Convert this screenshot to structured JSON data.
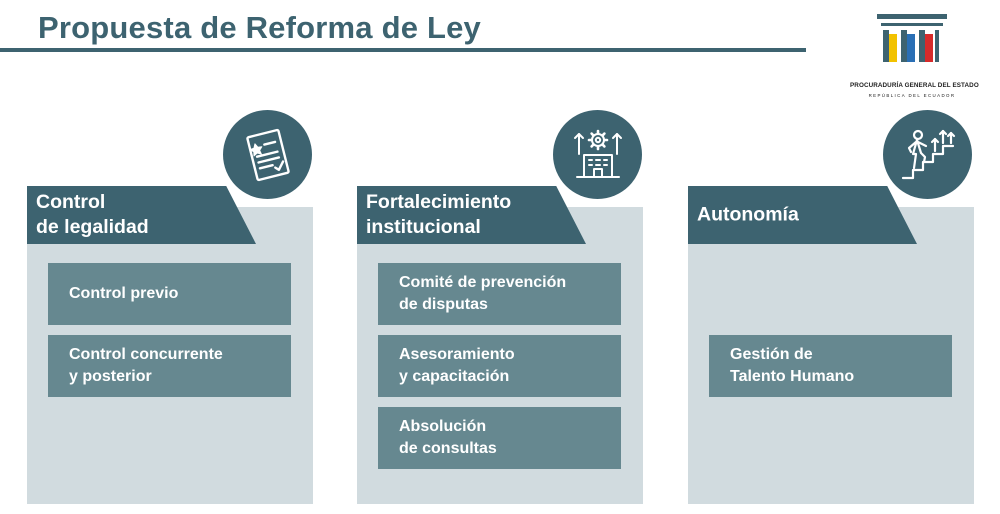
{
  "title": "Propuesta de Reforma de Ley",
  "logo": {
    "name": "PROCURADURÍA GENERAL DEL ESTADO",
    "subtitle": "REPÚBLICA DEL ECUADOR",
    "colors": [
      "#f2c200",
      "#2a6fb5",
      "#d62b2b"
    ]
  },
  "colors": {
    "primary": "#3d6370",
    "panel": "#d1dbdf",
    "item": "#668890"
  },
  "columns": [
    {
      "heading": "Control\nde legalidad",
      "icon": "document-checklist-icon",
      "items": [
        "Control previo",
        "Control concurrente\ny posterior"
      ]
    },
    {
      "heading": "Fortalecimiento\ninstitucional",
      "icon": "building-growth-gear-icon",
      "items": [
        "Comité de prevención\nde disputas",
        "Asesoramiento\ny capacitación",
        "Absolución\nde consultas"
      ]
    },
    {
      "heading": "Autonomía",
      "icon": "person-climbing-stairs-icon",
      "items": [
        "Gestión de\nTalento Humano"
      ]
    }
  ]
}
